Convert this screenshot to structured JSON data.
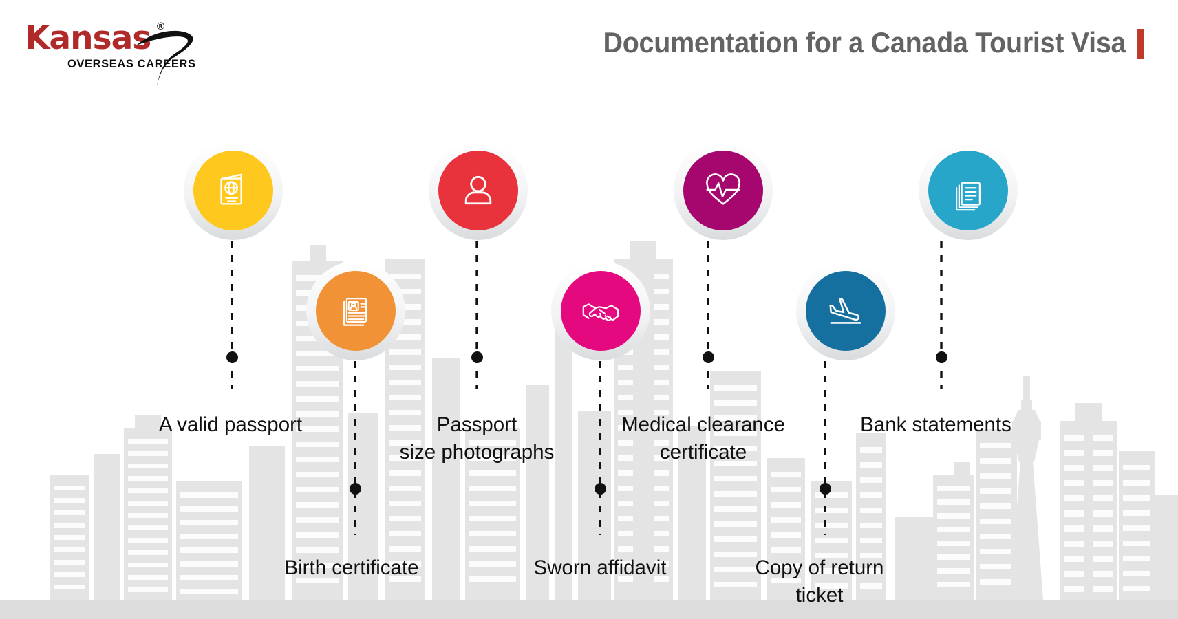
{
  "brand": {
    "name": "Kansas",
    "trademark": "®",
    "tagline": "OVERSEAS CAREERS",
    "primary_color": "#b02a2a"
  },
  "header": {
    "title": "Documentation for a Canada Tourist Visa",
    "title_color": "#636363",
    "accent_color": "#c0392b"
  },
  "theme": {
    "ribbon_color": "#23294d",
    "ribbon_inner": "#e9ebed",
    "background": "#ffffff",
    "skyline_color": "#e4e4e4",
    "ground_color": "#dcdcdc",
    "dot_color": "#111111",
    "label_color": "#111111"
  },
  "steps": [
    {
      "id": "valid-passport",
      "label": "A valid passport",
      "icon": "passport-icon",
      "color": "#ffc81e",
      "row": "top"
    },
    {
      "id": "birth-certificate",
      "label": "Birth certificate",
      "icon": "certificate-documents-icon",
      "color": "#f29236",
      "row": "bottom"
    },
    {
      "id": "passport-photographs",
      "label": "Passport\nsize photographs",
      "icon": "person-portrait-icon",
      "color": "#e8323c",
      "row": "top"
    },
    {
      "id": "sworn-affidavit",
      "label": "Sworn affidavit",
      "icon": "handshake-icon",
      "color": "#e5097f",
      "row": "bottom"
    },
    {
      "id": "medical-clearance",
      "label": "Medical clearance\ncertificate",
      "icon": "heart-pulse-icon",
      "color": "#a5076e",
      "row": "top"
    },
    {
      "id": "return-ticket",
      "label": "Copy of return\nticket",
      "icon": "airplane-landing-icon",
      "color": "#16709f",
      "row": "bottom"
    },
    {
      "id": "bank-statements",
      "label": "Bank statements",
      "icon": "document-stack-icon",
      "color": "#27a6c9",
      "row": "top"
    }
  ]
}
